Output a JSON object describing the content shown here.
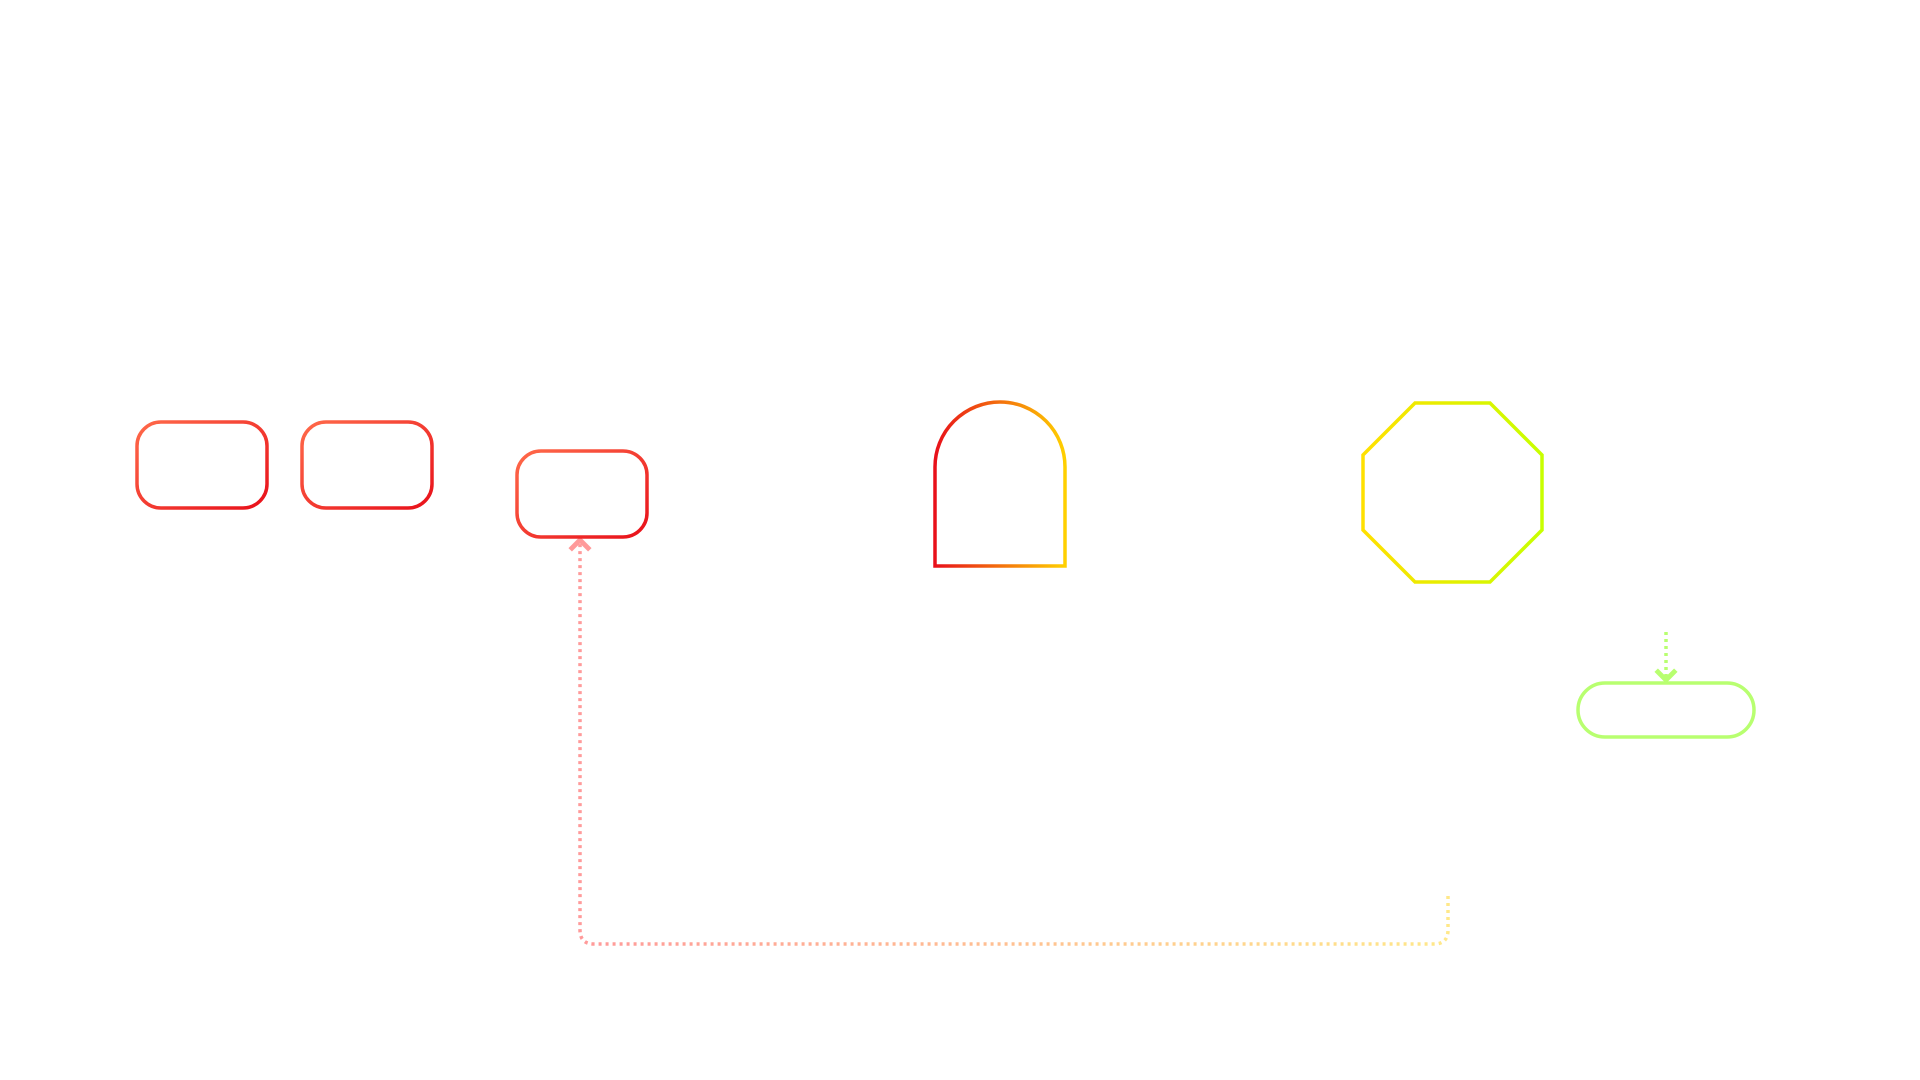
{
  "diagram": {
    "nodes": [
      {
        "id": "rounded-rect-1",
        "shape": "rounded-rectangle",
        "label": "",
        "gradient": [
          "#ff6a4a",
          "#e8101a"
        ]
      },
      {
        "id": "rounded-rect-2",
        "shape": "rounded-rectangle",
        "label": "",
        "gradient": [
          "#ff6a4a",
          "#e8101a"
        ]
      },
      {
        "id": "rounded-rect-3",
        "shape": "rounded-rectangle",
        "label": "",
        "gradient": [
          "#ff6a4a",
          "#e8101a"
        ]
      },
      {
        "id": "arch-shape",
        "shape": "arch",
        "label": "",
        "gradient": [
          "#e8101a",
          "#ffd000"
        ]
      },
      {
        "id": "octagon",
        "shape": "octagon",
        "label": "",
        "gradient": [
          "#ffe000",
          "#c8ff00"
        ]
      },
      {
        "id": "pill",
        "shape": "stadium",
        "label": "",
        "color": "#b8ff70"
      }
    ],
    "edges": [
      {
        "id": "edge-octagon-to-rect3",
        "from": "octagon",
        "to": "rounded-rect-3",
        "style": "dotted",
        "gradient": [
          "#ff9a9a",
          "#ffe88a"
        ]
      },
      {
        "id": "edge-into-pill",
        "from": "",
        "to": "pill",
        "style": "dotted",
        "color": "#b8ff70"
      }
    ]
  }
}
